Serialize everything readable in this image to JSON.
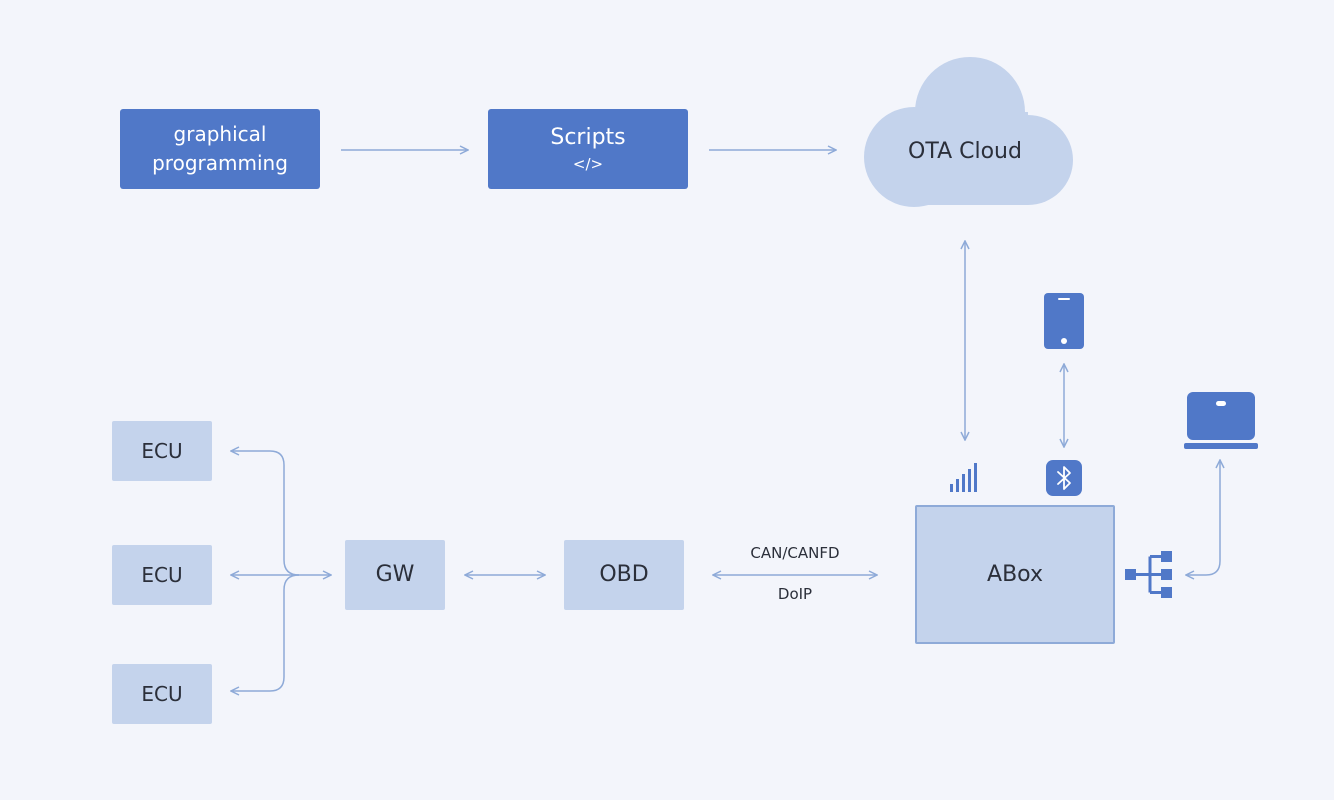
{
  "nodes": {
    "graphical_programming": "graphical\nprogramming",
    "scripts": "Scripts",
    "scripts_sub": "</>",
    "ota_cloud": "OTA Cloud",
    "ecu_top": "ECU",
    "ecu_mid": "ECU",
    "ecu_bottom": "ECU",
    "gw": "GW",
    "obd": "OBD",
    "abox": "ABox"
  },
  "edge_labels": {
    "can_canfd": "CAN/CANFD",
    "doip": "DoIP"
  },
  "icons": {
    "phone": "phone-icon",
    "bluetooth": "bluetooth-icon",
    "signal": "signal-strength-icon",
    "laptop": "laptop-icon",
    "network": "network-tree-icon"
  },
  "colors": {
    "background": "#f3f5fb",
    "dark_node": "#5078c8",
    "light_node": "#c4d3ec",
    "connector": "#8eaad8"
  }
}
